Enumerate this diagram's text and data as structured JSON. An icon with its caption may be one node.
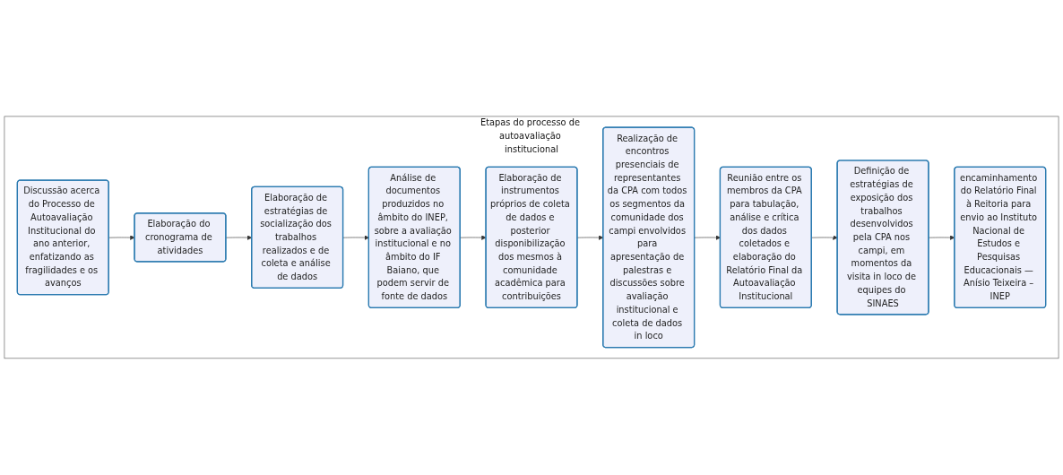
{
  "diagram": {
    "nodes": [
      {
        "text": [
          "Etapas do processo de autoavaliação institucional"
        ]
      },
      {
        "text": [
          "Discussão acerca do Processo de Autoavaliação Institucional do ano anterior, enfatizando as fragilidades e os avanços"
        ],
        "in": 0
      },
      {
        "text": [
          "Elaboração do cronograma de atividades"
        ],
        "in": 0
      },
      {
        "text": [
          "Elaboração de estratégias de socialização dos trabalhos realizados e de coleta e análise de dados"
        ],
        "in": 0
      },
      {
        "text": [
          "Análise de documentos produzidos no âmbito do INEP, sobre a avaliação institucional e no âmbito do IF Baiano, que podem servir de fonte de dados"
        ],
        "in": 0
      },
      {
        "text": [
          "Elaboração de instrumentos próprios de coleta de dados e posterior disponibilização dos mesmos à comunidade acadêmica para contribuições"
        ],
        "in": 0
      },
      {
        "text": [
          "Realização de encontros presenciais de representantes da CPA com todos os segmentos da comunidade dos campi envolvidos para apresentação de palestras e discussões sobre avaliação institucional e coleta de dados in loco"
        ],
        "in": 0
      },
      {
        "text": [
          "Reunião entre os membros da CPA para tabulação, análise e crítica dos dados coletados e elaboração do Relatório Final da Autoavaliação Institucional"
        ],
        "in": 0
      },
      {
        "text": [
          "Definição de estratégias de exposição dos trabalhos desenvolvidos pela CPA nos campi, em momentos da visita in loco de equipes do SINAES"
        ],
        "in": 0
      },
      {
        "text": [
          "encaminhamento do Relatório Final à Reitoria para envio ao Instituto Nacional de Estudos e Pesquisas Educacionais — Anísio Teixeira – INEP"
        ],
        "in": 0
      }
    ],
    "edges": [
      {
        "from": 1,
        "to": 2,
        "arrow": "to"
      },
      {
        "from": 2,
        "to": 3,
        "arrow": "to"
      },
      {
        "from": 3,
        "to": 4,
        "arrow": "to"
      },
      {
        "from": 4,
        "to": 5,
        "arrow": "to"
      },
      {
        "from": 5,
        "to": 6,
        "arrow": "to"
      },
      {
        "from": 6,
        "to": 7,
        "arrow": "to"
      },
      {
        "from": 7,
        "to": 8,
        "arrow": "to"
      },
      {
        "from": 8,
        "to": 9,
        "arrow": "to"
      }
    ]
  }
}
